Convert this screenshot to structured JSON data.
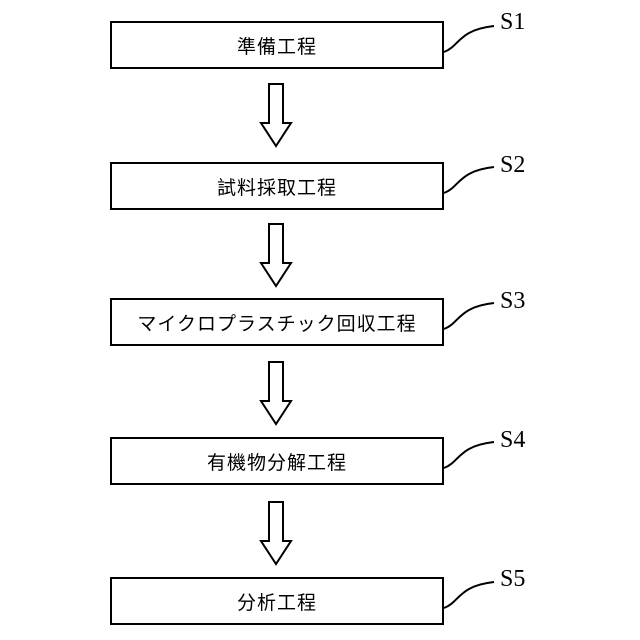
{
  "steps": [
    {
      "label": "準備工程",
      "id": "S1"
    },
    {
      "label": "試料採取工程",
      "id": "S2"
    },
    {
      "label": "マイクロプラスチック回収工程",
      "id": "S3"
    },
    {
      "label": "有機物分解工程",
      "id": "S4"
    },
    {
      "label": "分析工程",
      "id": "S5"
    }
  ],
  "colors": {
    "line": "#000000",
    "background": "#ffffff"
  }
}
